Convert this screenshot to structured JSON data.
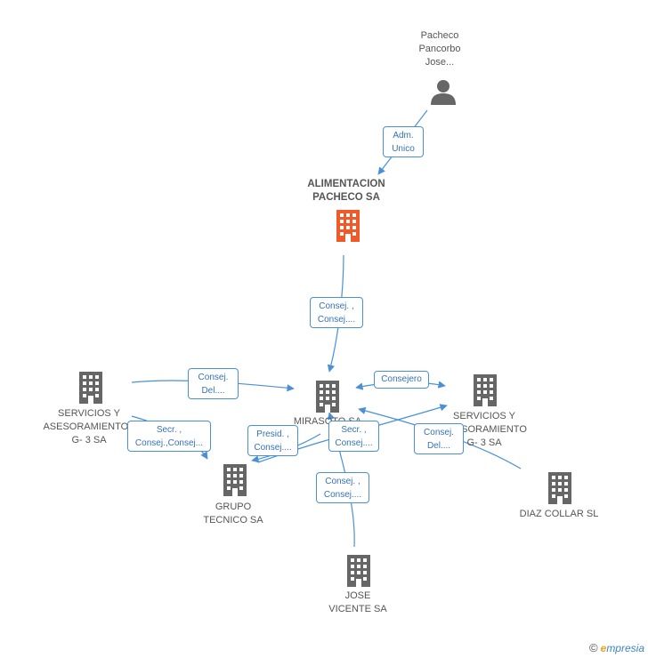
{
  "nodes": {
    "pacheco_person": {
      "label": [
        "Pacheco",
        "Pancorbo",
        "Jose..."
      ],
      "icon": "person-icon"
    },
    "alimentacion": {
      "label": [
        "ALIMENTACION",
        "PACHECO SA"
      ],
      "icon": "building-icon",
      "color": "#f05a28"
    },
    "mirasoto": {
      "label": [
        "MIRASOTO SA"
      ],
      "icon": "building-icon"
    },
    "servicios_left": {
      "label": [
        "SERVICIOS Y",
        "ASESORAMIENTOS",
        "G- 3 SA"
      ],
      "icon": "building-icon"
    },
    "servicios_right": {
      "label": [
        "SERVICIOS Y",
        "ASESORAMIENTO",
        "G- 3 SA"
      ],
      "icon": "building-icon"
    },
    "grupo_tecnico": {
      "label": [
        "GRUPO",
        "TECNICO SA"
      ],
      "icon": "building-icon"
    },
    "diaz_collar": {
      "label": [
        "DIAZ COLLAR SL"
      ],
      "icon": "building-icon"
    },
    "jose_vicente": {
      "label": [
        "JOSE",
        "VICENTE SA"
      ],
      "icon": "building-icon"
    }
  },
  "edges": {
    "adm_unico": [
      "Adm.",
      "Unico"
    ],
    "consej_top": [
      "Consej. ,",
      "Consej...."
    ],
    "consej_del_left": [
      "Consej.",
      "Del...."
    ],
    "consejero": [
      "Consejero"
    ],
    "secr_left": [
      "Secr. ,",
      "Consej.,Consej..."
    ],
    "presid": [
      "Presid. ,",
      "Consej...."
    ],
    "secr_center": [
      "Secr. ,",
      "Consej...."
    ],
    "consej_del_right": [
      "Consej.",
      "Del...."
    ],
    "consej_bottom": [
      "Consej. ,",
      "Consej...."
    ]
  },
  "colors": {
    "line": "#4a90d9",
    "node": "#666666",
    "highlight": "#f05a28"
  },
  "brand": {
    "copyright": "©",
    "e": "e",
    "rest": "mpresia"
  }
}
